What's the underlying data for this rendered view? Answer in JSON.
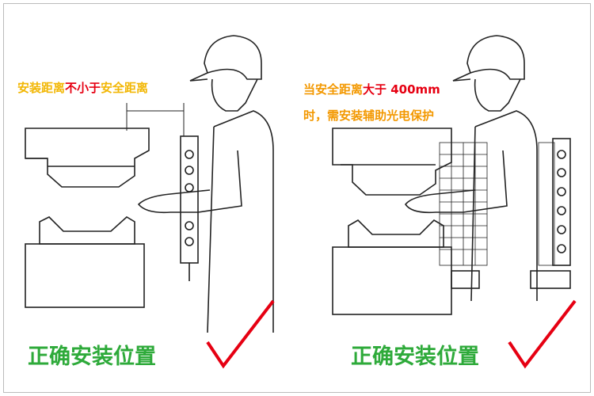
{
  "left_panel": {
    "caption_parts": [
      {
        "text": "安装距离",
        "color": "#f2b705"
      },
      {
        "text": "不小于",
        "color": "#e60012"
      },
      {
        "text": "安全距离",
        "color": "#f2b705"
      }
    ],
    "title": "正确安装位置"
  },
  "right_panel": {
    "caption_line1_parts": [
      {
        "text": "当安全距离",
        "color": "#f39800"
      },
      {
        "text": "大于 400mm",
        "color": "#e60012"
      }
    ],
    "caption_line2": "时，需安装辅助光电保护",
    "caption_line2_color": "#f39800",
    "title": "正确安装位置"
  },
  "colors": {
    "title": "#2eaa3a",
    "checkmark": "#e60012",
    "line": "#222222"
  },
  "icons": [
    "checkmark-icon"
  ]
}
